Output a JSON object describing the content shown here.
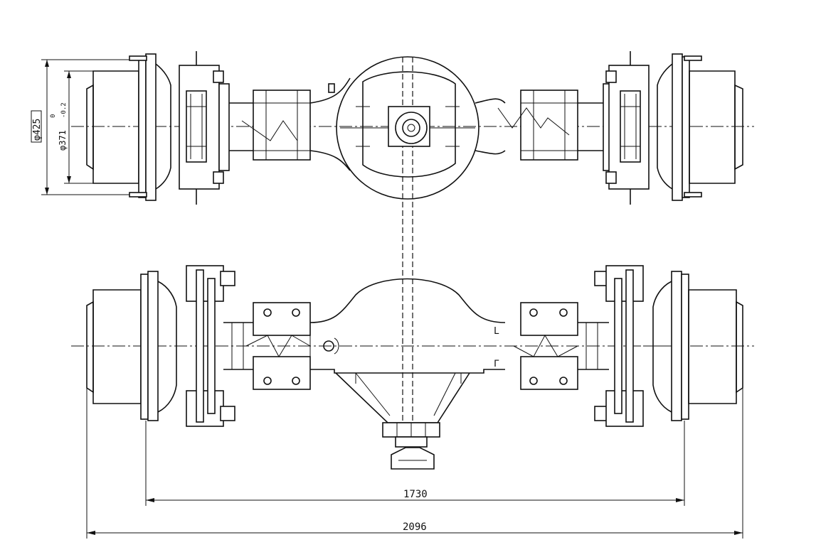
{
  "dimensions": {
    "overall_length": "2096",
    "track_width": "1730",
    "outer_diameter": "φ425",
    "inner_diameter": "φ371",
    "inner_tol_upper": "0",
    "inner_tol_lower": "-0.2"
  }
}
